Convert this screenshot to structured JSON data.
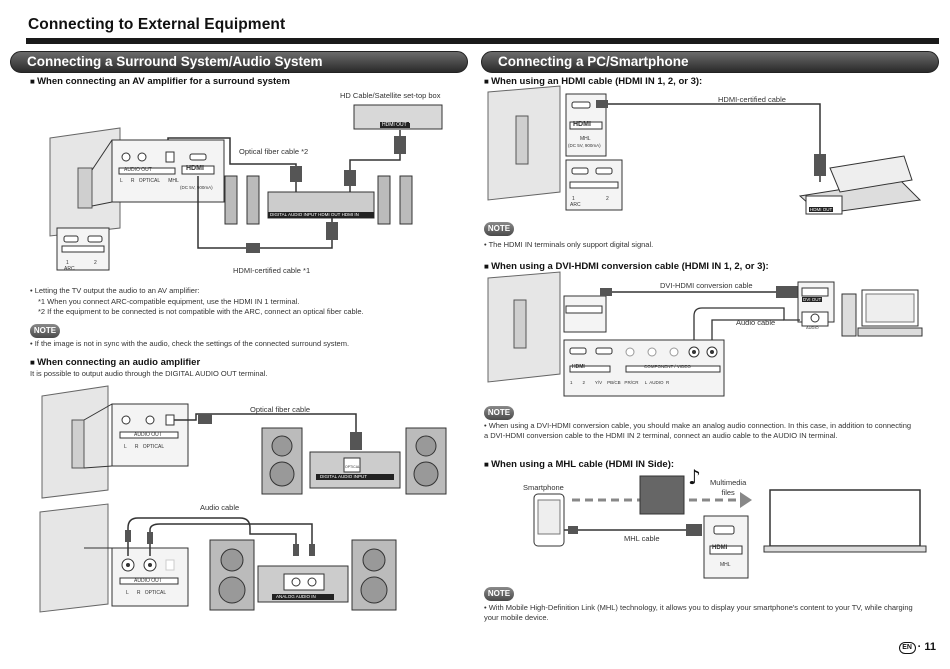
{
  "page_title": "Connecting to External Equipment",
  "left": {
    "banner": "Connecting a Surround System/Audio System",
    "sub1": "When connecting an AV amplifier for a surround system",
    "set_top_box_label": "HD Cable/Satellite set-top box",
    "hdmi_out_tag": "HDMI OUT",
    "optical_cable_label1": "Optical fiber cable *2",
    "hdmi_cable_label1": "HDMI-certified cable *1",
    "amp_panel_label": "DIGITAL AUDIO INPUT  HDMI OUT  HDMI IN",
    "tv_audio_out": "AUDIO OUT",
    "tv_ports_row": "L      R   OPTICAL      MHL",
    "tv_mhl_spec": "(DC 5V, 900mA)",
    "tv_hdmi_logo": "HDMI",
    "arc_num1": "1",
    "arc_num2": "2",
    "arc_label": "ARC",
    "bullets": [
      "Letting the TV output the audio to an AV amplifier:",
      "*1 When you connect ARC-compatible equipment, use the HDMI IN 1 terminal.",
      "*2 If the equipment to be connected is not compatible with the ARC, connect an optical fiber cable."
    ],
    "note_label": "NOTE",
    "note1": "If the image is not in sync with the audio, check the settings of the connected surround system.",
    "sub2": "When connecting an audio amplifier",
    "sub2_text": "It is possible to output audio through the DIGITAL AUDIO OUT terminal.",
    "optical_cable_label2": "Optical fiber cable",
    "digital_audio_input_tag": "DIGITAL AUDIO INPUT",
    "optical_tag": "OPTICAL",
    "tv2_audio_out": "AUDIO OUT",
    "tv2_ports": "L      R   OPTICAL",
    "audio_cable_label": "Audio cable",
    "analog_audio_in_tag": "ANALOG AUDIO IN",
    "tv3_audio_out": "AUDIO OUT",
    "tv3_ports": "L      R   OPTICAL"
  },
  "right": {
    "banner": "Connecting a PC/Smartphone",
    "sub1": "When using an HDMI cable (HDMI IN 1, 2, or 3):",
    "hdmi_cable_label": "HDMI-certified cable",
    "mhl_label": "MHL",
    "mhl_spec": "(DC 5V, 900mA)",
    "hdmi_logo": "HDMI",
    "arc_num1": "1",
    "arc_num2": "2",
    "arc_label": "ARC",
    "pc_hdmi_out": "HDMI OUT",
    "note_label": "NOTE",
    "note1": "The HDMI IN terminals only support digital signal.",
    "sub2": "When using a DVI-HDMI conversion cable (HDMI IN 1, 2, or 3):",
    "dvi_cable_label": "DVI-HDMI conversion cable",
    "dvi_out_tag": "DVI OUT",
    "audio_cable_label": "Audio cable",
    "audio_tag": "AUDIO",
    "component_video_tag": "COMPONENT / VIDEO",
    "panel_row": "1        2        Y/V    PB/CB   PR/CR     L  AUDIO  R",
    "note2_label": "NOTE",
    "note2": "When using a DVI-HDMI conversion cable, you should make an analog audio connection. In this case, in addition to connecting a DVI-HDMI conversion cable to the HDMI IN 2 terminal, connect an audio cable to the AUDIO IN terminal.",
    "sub3": "When using a MHL cable (HDMI IN Side):",
    "smartphone_label": "Smartphone",
    "multimedia_label": "Multimedia\nfiles",
    "mhl_cable_label": "MHL cable",
    "side_hdmi_logo": "HDMI",
    "side_mhl": "MHL",
    "note3_label": "NOTE",
    "note3": "With Mobile High-Definition Link (MHL) technology, it allows you to display your smartphone's content to your TV, while charging your mobile device."
  },
  "footer": {
    "lang_badge": "EN",
    "page_number": "· 11"
  }
}
